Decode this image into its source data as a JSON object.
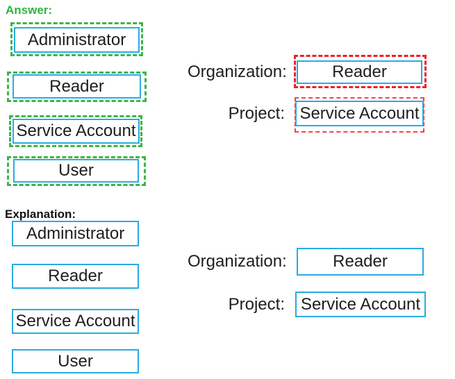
{
  "answer": {
    "heading": "Answer:",
    "options": [
      "Administrator",
      "Reader",
      "Service Account",
      "User"
    ],
    "org_label": "Organization:",
    "org_value": "Reader",
    "proj_label": "Project:",
    "proj_value": "Service Account"
  },
  "explanation": {
    "heading": "Explanation:",
    "options": [
      "Administrator",
      "Reader",
      "Service Account",
      "User"
    ],
    "org_label": "Organization:",
    "org_value": "Reader",
    "proj_label": "Project:",
    "proj_value": "Service Account"
  },
  "colors": {
    "box_border_blue": "#29abe2",
    "selection_outline_green": "#3bb54a",
    "drop_outline_red": "#f01e28",
    "answer_heading_green": "#2eb344",
    "explanation_heading_black": "#111111",
    "text": "#1e1e1e"
  }
}
